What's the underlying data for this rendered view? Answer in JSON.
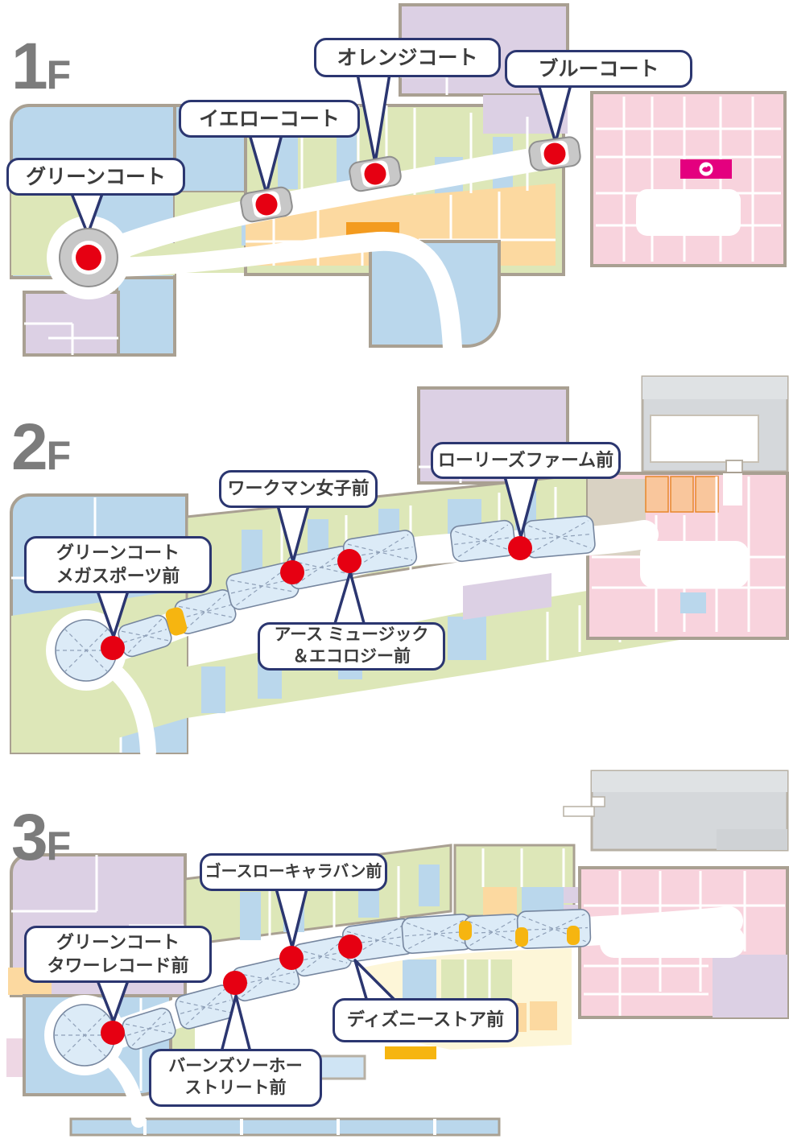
{
  "page": {
    "background": "#ffffff"
  },
  "colors": {
    "callout_border": "#2b3670",
    "callout_text": "#3c3c3c",
    "floor_label_gray": "#7c7c7c",
    "marker_red": "#e60012",
    "marker_gray": "#c8c8c8",
    "store_green": "#dde7b8",
    "store_blue": "#bad7ec",
    "store_orange": "#fcd9a0",
    "store_orange_dark": "#f39b1f",
    "store_pink": "#f8d3dd",
    "store_purple": "#dcd0e4",
    "store_cream": "#fdf6d8",
    "skylight_blue": "#dcebf7",
    "escalator_gold": "#f6b510",
    "parking_gray": "#d5d8db",
    "outline_tan": "#a9a092",
    "banner_magenta": "#e4007f"
  },
  "floors": [
    {
      "id": "1f",
      "label": {
        "number": "1",
        "suffix": "F"
      },
      "callouts": [
        {
          "id": "green-court",
          "lines": [
            "グリーンコート"
          ]
        },
        {
          "id": "yellow-court",
          "lines": [
            "イエローコート"
          ]
        },
        {
          "id": "orange-court",
          "lines": [
            "オレンジコート"
          ]
        },
        {
          "id": "blue-court",
          "lines": [
            "ブルーコート"
          ]
        }
      ]
    },
    {
      "id": "2f",
      "label": {
        "number": "2",
        "suffix": "F"
      },
      "callouts": [
        {
          "id": "green-court-megasports",
          "lines": [
            "グリーンコート",
            "メガスポーツ前"
          ]
        },
        {
          "id": "workman-joshi",
          "lines": [
            "ワークマン女子前"
          ]
        },
        {
          "id": "earth-music-ecology",
          "lines": [
            "アース ミュージック",
            "＆エコロジー前"
          ]
        },
        {
          "id": "lowrys-farm",
          "lines": [
            "ローリーズファーム前"
          ]
        }
      ]
    },
    {
      "id": "3f",
      "label": {
        "number": "3",
        "suffix": "F"
      },
      "callouts": [
        {
          "id": "green-court-tower-records",
          "lines": [
            "グリーンコート",
            "タワーレコード前"
          ]
        },
        {
          "id": "barns-soho-street",
          "lines": [
            "バーンズソーホー",
            "ストリート前"
          ]
        },
        {
          "id": "goslow-caravan",
          "lines": [
            "ゴースローキャラバン前"
          ]
        },
        {
          "id": "disney-store",
          "lines": [
            "ディズニーストア前"
          ]
        }
      ]
    }
  ]
}
